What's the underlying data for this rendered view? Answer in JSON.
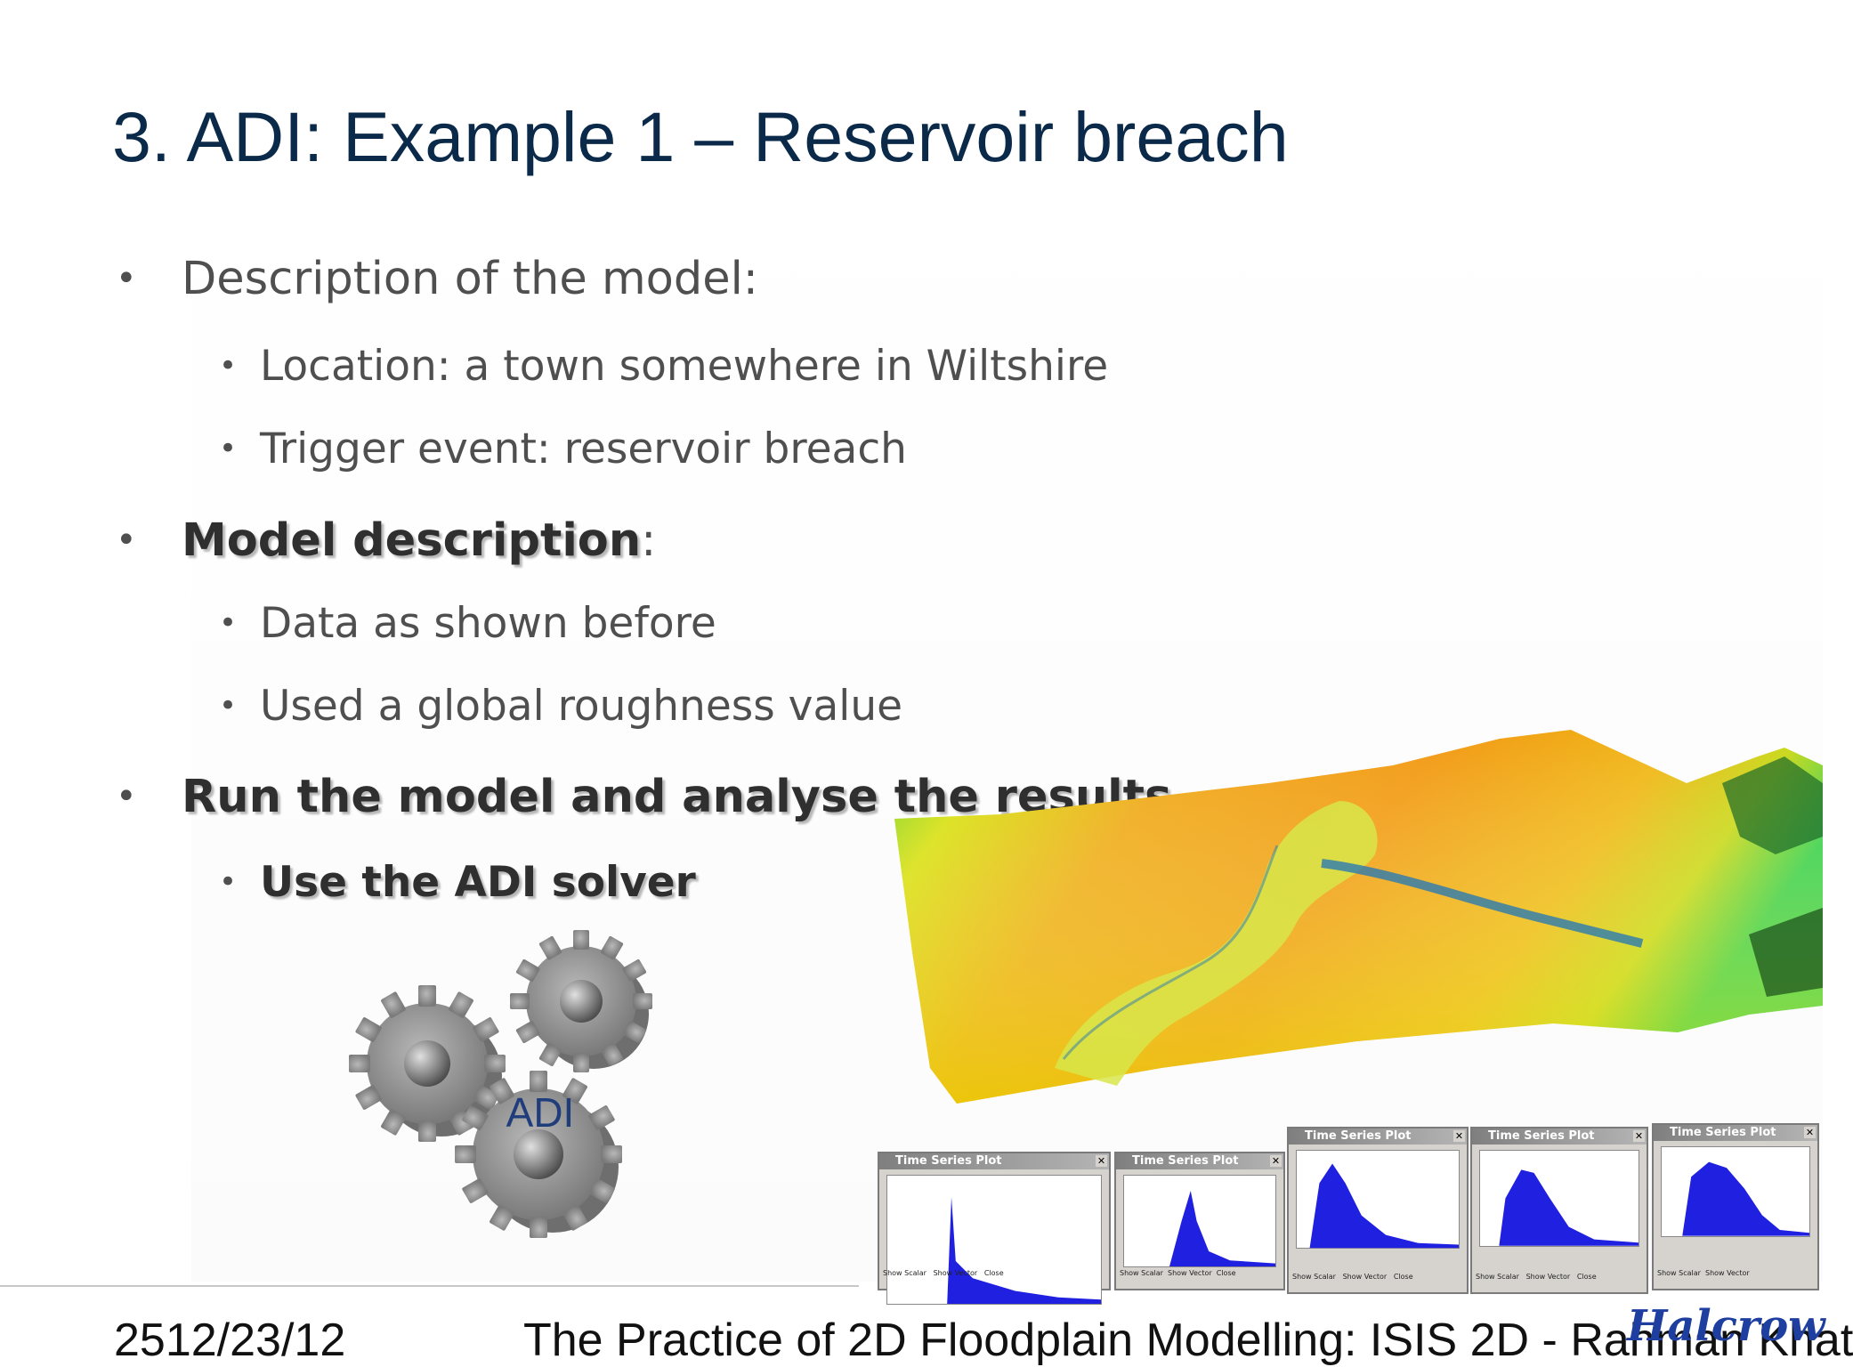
{
  "slide": {
    "title": "3. ADI: Example 1 – Reservoir breach",
    "bullets": [
      {
        "text": "Description of the model:",
        "sub": [
          "Location: a town somewhere in Wiltshire",
          "Trigger event: reservoir breach"
        ]
      },
      {
        "text": "Model description",
        "suffix": ":",
        "sub": [
          "Data as shown before",
          "Used a global roughness value"
        ]
      },
      {
        "text": "Run the model and analyse the results",
        "sub": [
          "Use the ADI solver"
        ]
      }
    ],
    "bullet_glyph": "•",
    "gear_label": "ADI"
  },
  "plots": {
    "window_title": "Time Series Plot",
    "close_glyph": "✕",
    "foot_labels": [
      "Show Scalar",
      "Show Vector",
      "Close"
    ]
  },
  "footer": {
    "date": "2512/23/12",
    "text": "The Practice of 2D Floodplain Modelling: ISIS 2D - Rahman Khat",
    "logo": "Halcrow"
  },
  "colors": {
    "title": "#0b2a4a",
    "body_text": "#4f4f4f",
    "bold_text": "#2f2f2f",
    "gear": "#8c8c8c",
    "gear_label": "#1f3d7a",
    "plot_fill": "#2020e0",
    "logo": "#1e3fa0"
  }
}
